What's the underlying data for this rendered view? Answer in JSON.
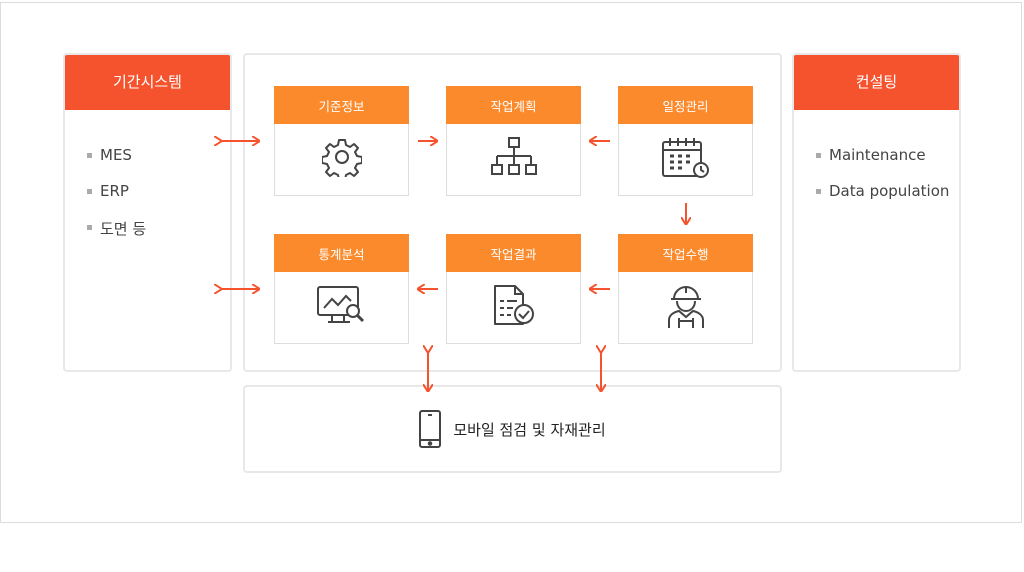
{
  "left_panel": {
    "title": "기간시스템",
    "items": [
      "MES",
      "ERP",
      "도면 등"
    ]
  },
  "right_panel": {
    "title": "컨설팅",
    "items": [
      "Maintenance",
      "Data population"
    ]
  },
  "cards": {
    "base_info": "기준정보",
    "work_plan": "작업계획",
    "schedule": "일정관리",
    "statistics": "통계분석",
    "work_result": "작업결과",
    "work_execution": "작업수행"
  },
  "mobile": {
    "label": "모바일 점검 및 자재관리"
  },
  "colors": {
    "header_red": "#f4532e",
    "card_orange": "#fb8a2c",
    "arrow": "#f4532e",
    "icon": "#444444"
  }
}
